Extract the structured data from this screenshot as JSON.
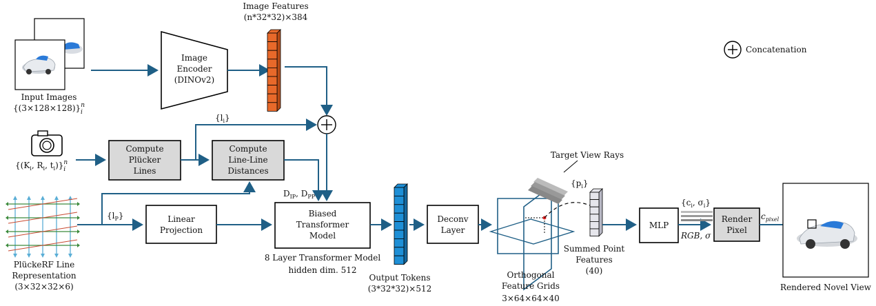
{
  "labels": {
    "image_features": "Image Features",
    "image_features_dim": "(n*32*32)×384",
    "input_images": "Input Images",
    "input_images_dim": "{(3×128×128)}",
    "image_encoder_1": "Image",
    "image_encoder_2": "Encoder",
    "image_encoder_3": "(DINOv2)",
    "concat": "Concatenation",
    "l_i": "{l",
    "l_i_sub": "i",
    "l_i_close": "}",
    "cam_params": "{(K",
    "plucker_1": "Compute",
    "plucker_2": "Plücker",
    "plucker_3": "Lines",
    "lld_1": "Compute",
    "lld_2": "Line-Line",
    "lld_3": "Distances",
    "target_view_rays": "Target View Rays",
    "p_i": "{p",
    "d_ip_dpp": "D",
    "l_p": "{l",
    "linear_1": "Linear",
    "linear_2": "Projection",
    "tf_1": "Biased",
    "tf_2": "Transformer",
    "tf_3": "Model",
    "tf_caption_1": "8 Layer Transformer Model",
    "tf_caption_2": "hidden dim. 512",
    "deconv_1": "Deconv",
    "deconv_2": "Layer",
    "mlp": "MLP",
    "c_sigma": "{c",
    "render_1": "Render",
    "render_2": "Pixel",
    "c_pixel": "c",
    "rgb_sigma": "RGB, σ",
    "summed_1": "Summed Point",
    "summed_2": "Features",
    "summed_3": "(40)",
    "output_tokens_1": "Output Tokens",
    "output_tokens_2": "(3*32*32)×512",
    "ortho_1": "Orthogonal",
    "ortho_2": "Feature Grids",
    "ortho_3": "3×64×64×40",
    "plucker_rep_1": "PlückeRF Line",
    "plucker_rep_2": "Representation",
    "plucker_rep_3": "(3×32×32×6)",
    "rendered": "Rendered Novel View"
  },
  "colors": {
    "arrow": "#1f5f86",
    "image_feature_cell": "#e8692a",
    "output_token_cell": "#1e8fd6",
    "grey_box": "#d9d9d9",
    "summed_cell": "#e6e6ec",
    "grid_line": "#1f5f86"
  },
  "icons": [
    "camera-icon",
    "car-image",
    "concat-plus-icon",
    "line-grid-icon",
    "feature-grid-icon"
  ]
}
